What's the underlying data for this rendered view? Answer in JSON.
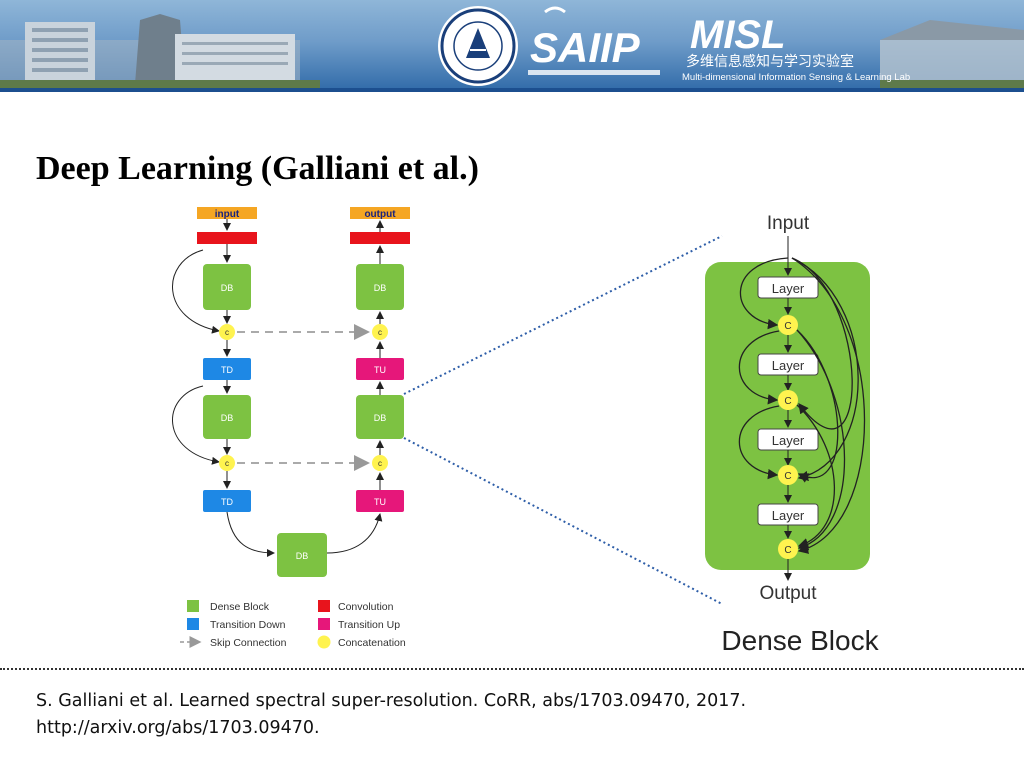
{
  "header": {
    "lab_logo_text": "SAIIP",
    "misl_logo_text": "MISL",
    "misl_chinese": "多维信息感知与学习实验室",
    "misl_english": "Multi-dimensional Information Sensing & Learning Lab"
  },
  "slide": {
    "title": "Deep Learning (Galliani et al.)"
  },
  "network": {
    "input_label": "input",
    "output_label": "output",
    "db_label": "DB",
    "td_label": "TD",
    "tu_label": "TU",
    "concat_label": "c"
  },
  "legend": {
    "dense_block": "Dense Block",
    "transition_down": "Transition Down",
    "skip_connection": "Skip Connection",
    "convolution": "Convolution",
    "transition_up": "Transition Up",
    "concatenation": "Concatenation"
  },
  "dense_block": {
    "input_label": "Input",
    "output_label": "Output",
    "layer_label": "Layer",
    "concat_label": "C",
    "caption": "Dense Block"
  },
  "citation": {
    "line1": "S. Galliani et al. Learned spectral super-resolution. CoRR, abs/1703.09470, 2017.",
    "line2": "http://arxiv.org/abs/1703.09470."
  },
  "colors": {
    "dense_block": "#7dc242",
    "transition_down": "#1e88e5",
    "transition_up": "#e6177a",
    "convolution": "#e8141c",
    "concatenation": "#fff34f",
    "io_label": "#f5a623",
    "banner_blue": "#2f6aa8"
  }
}
